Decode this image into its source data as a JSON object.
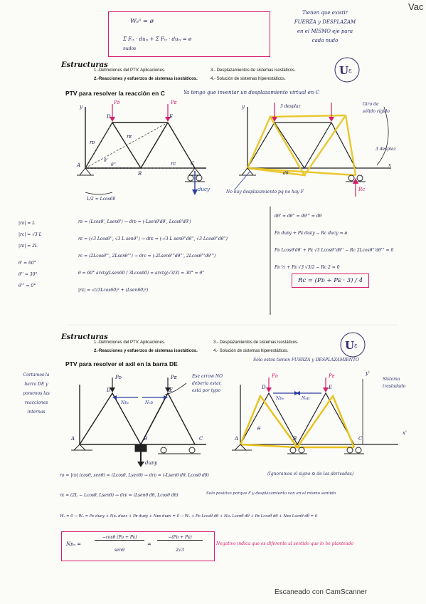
{
  "corner_tag": "Vac",
  "top_box": {
    "line1": "Wₑᵃ = ø",
    "line2": "Σ  Fᵢₓ · duᵢₓ + Σ Fᵢᵧ · duᵢᵧ = ø",
    "line2_sub": "nudos"
  },
  "top_note": [
    "Tienen que existir",
    "FUERZA y DESPLAZAM",
    "en el MISMO eje para",
    "cada nudo"
  ],
  "section1": {
    "logo_text": "Estructuras",
    "menu": [
      "1.-Definiciones del PTV. Aplicaciones.",
      "2.-Reacciones y esfuerzos de sistemas isostáticos.",
      "3.- Desplazamientos de sistemas isostáticos.",
      "4.- Solución de sistemas hiperestáticos."
    ],
    "title": "PTV para resolver la reacción en C",
    "title_note": "Ya tengo que inventar un desplazamiento virtual en C",
    "labels": {
      "rigid_note": [
        "Giro de",
        "sólido rígido"
      ],
      "no_disp": "No hay desplazamiento pq no hay F",
      "length_note": "L/2 = Lcos60"
    },
    "props_left": [
      "|rᴅ| = L",
      "|rᴄ| = √3 L",
      "|rᴇ| = 2L",
      "θ' = 60°",
      "θ'' = 30°",
      "θ''' = 0°"
    ],
    "eqs_mid": [
      "rᴅ = (Lcosθ', Lsenθ') → drᴅ = (-Lsenθ'dθ', Lcosθ'dθ')",
      "rᴇ = (√3 Lcosθ'', √3 L senθ'') → drᴇ = (-√3 L senθ''dθ'', √3 Lcosθ''dθ'')",
      "rᴄ = (2Lcosθ''', 2Lsenθ''') → drᴄ = (-2Lsenθ'''dθ''', 2Lcosθ'''dθ''')",
      "θ = 60°   arctg(Lsen60 / 3Lcos60) = arctg(√3/3) = 30° = θ''",
      "|rᴇ| = √((3Lcos60)² + (Lsen60)²)"
    ],
    "eqs_right": [
      "dθ' = dθ'' = dθ''' = dθ",
      "Pᴅ duᴅy + Pᴇ duᴇy − Rᴄ duᴄy = ø",
      "Pᴅ Lcosθ'dθ' + Pᴇ √3 Lcosθ''dθ'' − Rᴄ 2Lcosθ'''dθ''' = 0",
      "Pᴅ ½ + Pᴇ √3 √3/2 − Rᴄ 2 = 0"
    ],
    "result": "Rᴄ = (Pᴅ + Pᴇ · 3) / 4",
    "diagram_labels": [
      "A",
      "B",
      "C",
      "D",
      "E",
      "Pᴅ",
      "Pᴇ",
      "rᴅ",
      "rᴇ",
      "rᴄ",
      "θ'",
      "θ''",
      "duᴄy",
      "Rᴄ",
      "dθ",
      "3 desplaz",
      "x",
      "y"
    ]
  },
  "section2": {
    "logo_text": "Estructuras",
    "menu": [
      "1.-Definiciones del PTV. Aplicaciones.",
      "2.-Reacciones y esfuerzos de sistemas isostáticos.",
      "3.- Desplazamientos de sistemas isostáticos.",
      "4.- Solución de sistemas hiperestáticos."
    ],
    "title": "PTV para resolver el axil en la barra DE",
    "subtitle_note": "Sólo estos tienen FUERZA y DESPLAZAMIENTO",
    "left_note": [
      "Cortamos la",
      "barra DE y",
      "ponemos las",
      "reacciones",
      "internas"
    ],
    "arrow_note": [
      "Ese arrow NO",
      "debería estar,",
      "está por typo"
    ],
    "sist_note": [
      "Sistema",
      "trasladado"
    ],
    "eqs": [
      "rᴅ = |rᴅ| (cosθ, senθ) = (Lcosθ, Lsenθ) → drᴅ = (-Lsenθ dθ, Lcosθ dθ)",
      "rᴇ = (2L − Lcosθ, Lsenθ) → drᴇ = (Lsenθ dθ, Lcosθ dθ)",
      "Wₑ = 0 → Wₑ = Pᴅ duᴅy + Nᴅₑ duᴅx + Pᴇ duᴇy + Nᴇᴅ duᴇx = 0 → Wₑ + Pᴅ Lcosθ dθ + Nᴅₑ Lsenθ dθ + Pᴇ Lcosθ dθ + Nᴇᴅ Lsenθ dθ = 0"
    ],
    "eq_note1": "(Ignoramos el signo ⊖ de las derivadas)",
    "eq_note2": "Solo positivo porque F y desplazamiento van en el mismo sentido",
    "result_num": "−cosθ (Pᴅ + Pᴇ)",
    "result_den": "senθ",
    "result_num2": "−(Pᴅ + Pᴇ)",
    "result_den2": "2√3",
    "result_lhs": "Nᴅₑ =",
    "result_note": "Negativo indica que es diferente al sentido que lo he planteado",
    "diagram_labels": [
      "A",
      "B",
      "C",
      "D",
      "E",
      "Pᴅ",
      "Pᴇ",
      "Nᴅₑ",
      "Nₑᴅ",
      "duᴅy",
      "θ",
      "x'",
      "y'"
    ]
  },
  "footer": "Escaneado con CamScanner"
}
